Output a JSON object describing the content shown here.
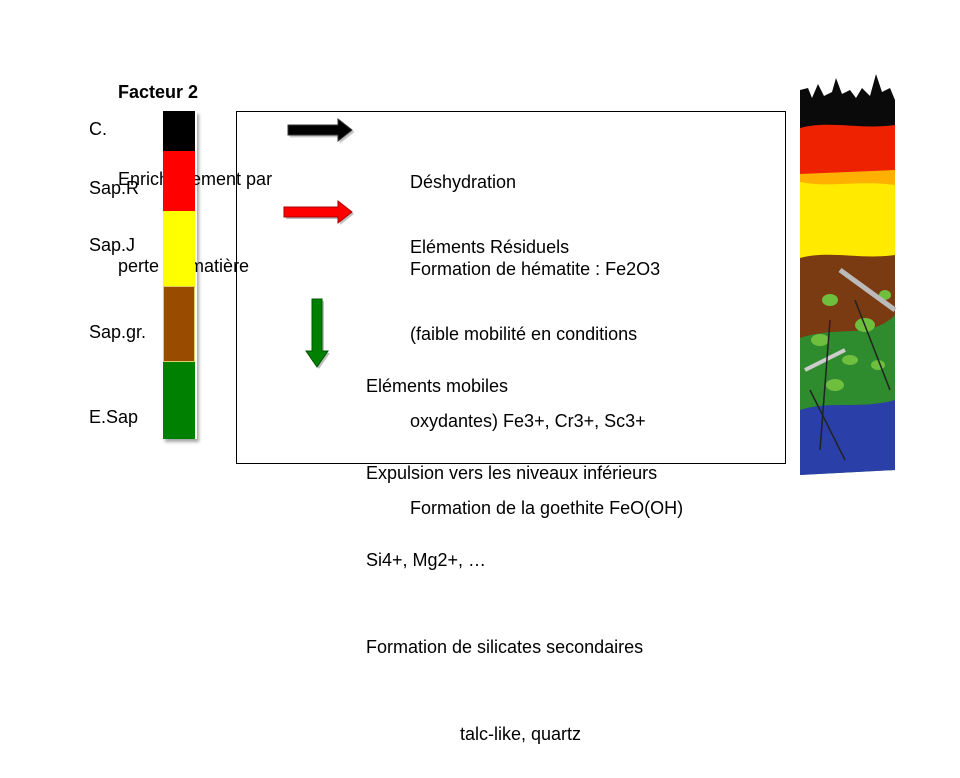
{
  "title": {
    "line1": "Facteur 2",
    "line2": "Enrichissement par",
    "line3": "perte de matière"
  },
  "horizons": [
    {
      "label": "C.",
      "color": "#000000"
    },
    {
      "label": "Sap.R",
      "color": "#ff0000"
    },
    {
      "label": "Sap.J",
      "color": "#ffff00"
    },
    {
      "label": "Sap.gr.",
      "color": "#994c00"
    },
    {
      "label": "E.Sap",
      "color": "#008000"
    }
  ],
  "processes": {
    "dehydration": {
      "arrow_color": "#000000",
      "line1": "Déshydration",
      "line2": "Formation de hématite : Fe2O3"
    },
    "residual": {
      "arrow_color": "#ff0000",
      "line1": "Eléments Résiduels",
      "line2": "(faible mobilité en conditions",
      "line3": "oxydantes) Fe3+, Cr3+, Sc3+",
      "line4": "Formation de la goethite FeO(OH)"
    },
    "mobile": {
      "arrow_color": "#008000",
      "line1": "Eléments mobiles",
      "line2": "Expulsion vers les niveaux inférieurs",
      "line3": "Si4+, Mg2+, …",
      "line4": "Formation de silicates secondaires",
      "line5": "talc-like, quartz"
    }
  }
}
